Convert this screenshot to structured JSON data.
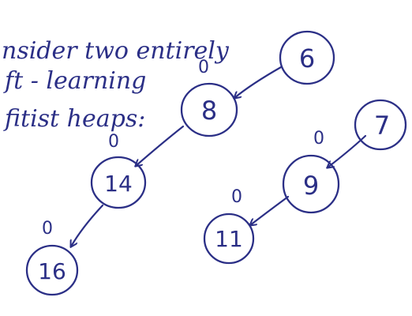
{
  "handwriting": {
    "line1": "nsider two entirely",
    "line2": "ft - learning",
    "line3": "fitist heaps:"
  },
  "ink_color": "#2b2f86",
  "nodes": {
    "n6": {
      "label": "6"
    },
    "n8": {
      "label": "8",
      "rank": "0"
    },
    "n14": {
      "label": "14",
      "rank": "0"
    },
    "n16": {
      "label": "16",
      "rank": "0"
    },
    "n7": {
      "label": "7"
    },
    "n9": {
      "label": "9",
      "rank": "0"
    },
    "n11": {
      "label": "11",
      "rank": "0"
    }
  },
  "edges": [
    {
      "from": "6",
      "to": "8"
    },
    {
      "from": "8",
      "to": "14"
    },
    {
      "from": "14",
      "to": "16"
    },
    {
      "from": "7",
      "to": "9"
    },
    {
      "from": "9",
      "to": "11"
    }
  ]
}
